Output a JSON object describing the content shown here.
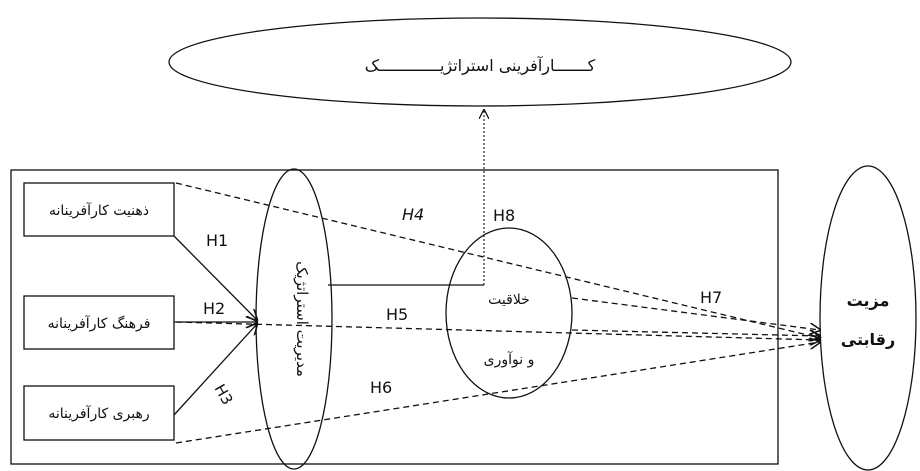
{
  "boxes": {
    "mindset": "ذهنیت کارآفرینانه",
    "culture": "فرهنگ کارآفرینانه",
    "leadership": "رهبری کارآفرینانه"
  },
  "strategic_management": "مدیریت استراتژیک",
  "creativity": {
    "line1": "خلاقیت",
    "line2": "و نوآوری"
  },
  "strategic_entrepreneurship": "کـــــــارآفرینی استراتژیـــــــــــــک",
  "advantage": {
    "line1": "مزیت",
    "line2": "رقابتی"
  },
  "hypotheses": {
    "h1": "H1",
    "h2": "H2",
    "h3": "H3",
    "h4": "H4",
    "h5": "H5",
    "h6": "H6",
    "h7": "H7",
    "h8": "H8"
  }
}
